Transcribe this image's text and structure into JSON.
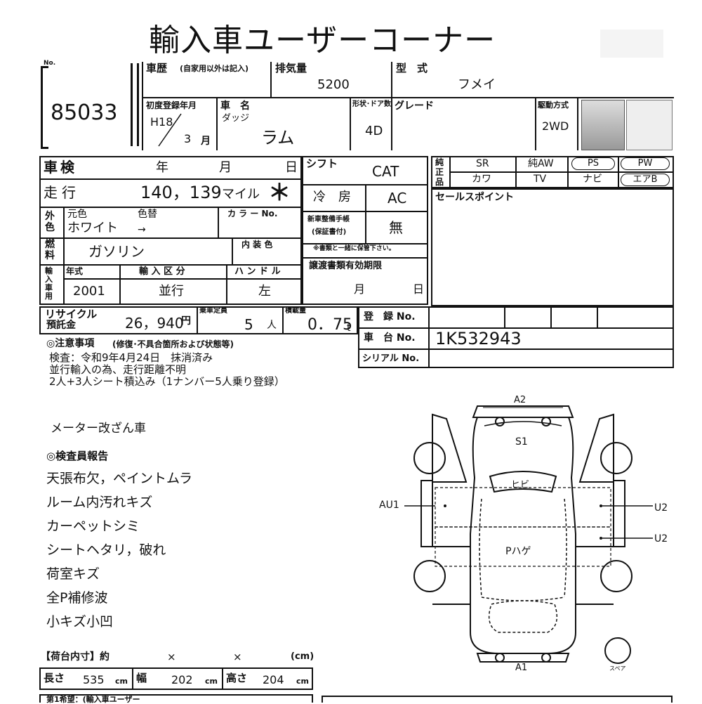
{
  "header": {
    "title": "輸入車ユーザーコーナー"
  },
  "lot": {
    "label": "No.",
    "number": "85033"
  },
  "top_row": {
    "history_label": "車歴",
    "history_note": "(自家用以外は記入)",
    "displacement_label": "排気量",
    "displacement": "5200",
    "model_label": "型　式",
    "model": "フメイ"
  },
  "second_row": {
    "first_reg_label": "初度登録年月",
    "first_reg_era": "H18",
    "first_reg_month": "3",
    "month_unit": "月",
    "car_name_label": "車　名",
    "maker": "ダッジ",
    "car_name": "ラム",
    "shape_label": "形状･ドア数",
    "shape": "4D",
    "grade_label": "グレード",
    "drive_label": "駆動方式",
    "drive": "2WD"
  },
  "inspection": {
    "label": "車検",
    "year": "年",
    "month": "月",
    "day": "日",
    "shift_label": "シフト",
    "shift": "CAT"
  },
  "mileage": {
    "label": "走行",
    "value": "140，139",
    "unit": "マイル",
    "mark": "＊",
    "ac_label": "冷　房",
    "ac": "AC"
  },
  "equipment": {
    "label": "純正品",
    "items": [
      "SR",
      "純AW",
      "PS",
      "PW",
      "カワ",
      "TV",
      "ナビ",
      "エアB"
    ]
  },
  "sales_point": {
    "label": "セールスポイント"
  },
  "color": {
    "label": "外色",
    "orig_label": "元色",
    "change_label": "色替",
    "orig": "ホワイト",
    "arrow": "→",
    "code_label": "カ ラ ー No."
  },
  "new_car_warranty": {
    "label_1": "新車整備手帳",
    "label_2": "(保証書付)",
    "value": "無",
    "note": "※書類と一緒に保管下さい。"
  },
  "fuel": {
    "label": "燃料",
    "value": "ガソリン",
    "interior_label": "内 装 色"
  },
  "import": {
    "label": "輸入車用",
    "year_label": "年式",
    "year": "2001",
    "type_label": "輸 入 区 分",
    "type": "並行",
    "handle_label": "ハ ン ド ル",
    "handle": "左"
  },
  "transfer_docs": {
    "label": "譲渡書類有効期限",
    "month": "月",
    "day": "日"
  },
  "recycle": {
    "label_1": "リサイクル",
    "label_2": "預託金",
    "value": "26，940",
    "unit": "円",
    "capacity_label": "乗車定員",
    "capacity": "5",
    "capacity_unit": "人",
    "load_label": "積載量",
    "load": "0．75",
    "load_unit": "t"
  },
  "registration": {
    "reg_label": "登　録 No.",
    "chassis_label": "車　台 No.",
    "chassis": "1K532943",
    "serial_label": "シリアル No."
  },
  "notes": {
    "label": "◎注意事項",
    "label_sub": "(修復･不具合箇所および状態等)",
    "lines": [
      "検査：令和9年4月24日　抹消済み",
      "並行輸入の為、走行距離不明",
      "2人+3人シート積込み（1ナンバー5人乗り登録）"
    ],
    "meter": "メーター改ざん車"
  },
  "inspector": {
    "label": "◎検査員報告",
    "lines": [
      "天張布欠，ペイントムラ",
      "ルーム内汚れキズ",
      "カーペットシミ",
      "シートヘタリ，破れ",
      "荷室キズ",
      "全P補修波",
      "小キズ小凹"
    ]
  },
  "diagram": {
    "labels": {
      "a2": "A2",
      "s1": "S1",
      "hibi": "ヒビ",
      "au1": "AU1",
      "u2a": "U2",
      "u2b": "U2",
      "phage": "Pハゲ",
      "a1": "A1",
      "spare": "スペア"
    }
  },
  "cargo": {
    "label": "【荷台内寸】約",
    "x1": "×",
    "x2": "×",
    "unit": "(cm)",
    "length_label": "長さ",
    "length": "535",
    "width_label": "幅",
    "width": "202",
    "height_label": "高さ",
    "height": "204",
    "cm": "cm"
  },
  "footer": {
    "text": "第1希望：(輸入車ユーザー"
  }
}
